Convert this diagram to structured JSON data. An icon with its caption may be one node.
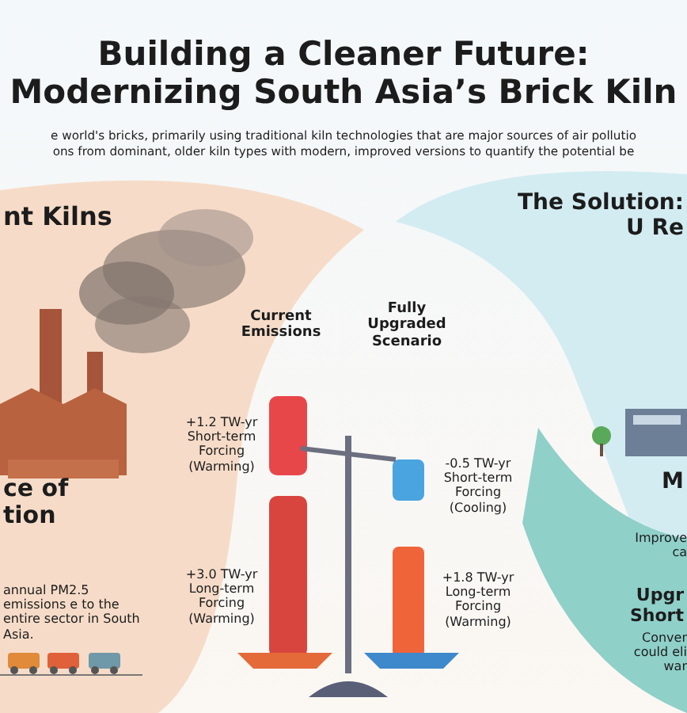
{
  "diagram": {
    "title": "Building a Cleaner Future: Modernizing South Asia’s Brick Kiln",
    "labels": [
      "e world's bricks, primarily using traditional kiln technologies that are major sources of air pollutio",
      "ons from dominant, older kiln types with modern, improved versions to quantify the potential be",
      "nt Kilns",
      "The Solution: U Re",
      "Current Emissions",
      "Fully Upgraded Scenario",
      "+1.2 TW-yr Short-term Forcing (Warming)",
      "-0.5 TW-yr Short-term Forcing (Cooling)",
      "ce of tion",
      "M",
      "Improve ca",
      "+3.0 TW-yr Long-term Forcing (Warming)",
      "+1.8 TW-yr Long-term Forcing (Warming)",
      "annual PM2.5 emissions e to the entire sector in South Asia.",
      "Upgr Short",
      "Conver could eli war"
    ]
  }
}
